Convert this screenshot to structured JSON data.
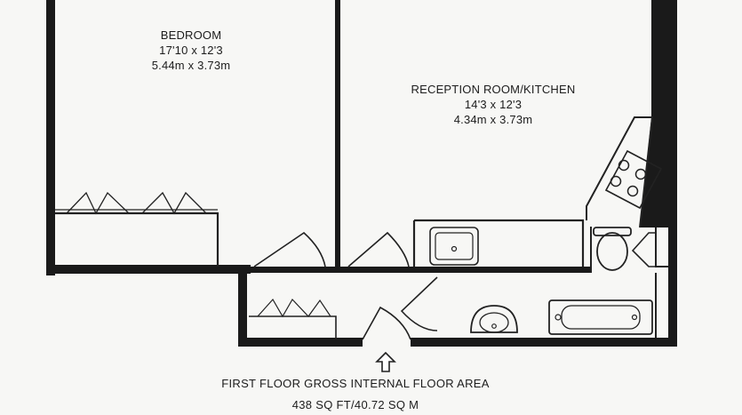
{
  "rooms": {
    "bedroom": {
      "name": "BEDROOM",
      "imperial": "17'10 x 12'3",
      "metric": "5.44m x 3.73m"
    },
    "reception": {
      "name": "RECEPTION ROOM/KITCHEN",
      "imperial": "14'3 x 12'3",
      "metric": "4.34m x 3.73m"
    }
  },
  "floor_area": {
    "title": "FIRST FLOOR GROSS INTERNAL FLOOR AREA",
    "value": "438 SQ FT/40.72 SQ M"
  },
  "colors": {
    "wall": "#1a1a1a",
    "background": "#f7f7f5",
    "line": "#222222"
  }
}
